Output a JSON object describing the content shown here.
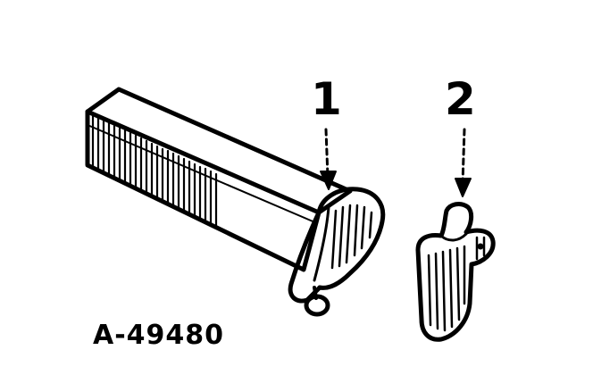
{
  "callouts": {
    "part_1": "1",
    "part_2": "2"
  },
  "reference_code": "A-49480",
  "colors": {
    "ink": "#000000",
    "paper": "#ffffff"
  }
}
